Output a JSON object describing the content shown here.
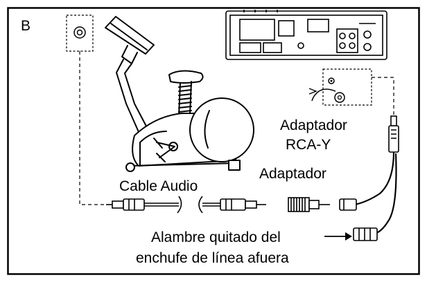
{
  "figure": {
    "panel_label": "B",
    "labels": {
      "rca_adapter_line1": "Adaptador",
      "rca_adapter_line2": "RCA-Y",
      "adapter": "Adaptador",
      "audio_cable": "Cable Audio",
      "removed_wire_line1": "Alambre quitado del",
      "removed_wire_line2": "enchufe de línea afuera"
    },
    "icons": {
      "exercise_bike": "exercise-bike-icon",
      "vcr": "vcr-icon",
      "bike_jack": "audio-jack-icon",
      "vcr_jacks": "vcr-jacks-icon"
    }
  }
}
